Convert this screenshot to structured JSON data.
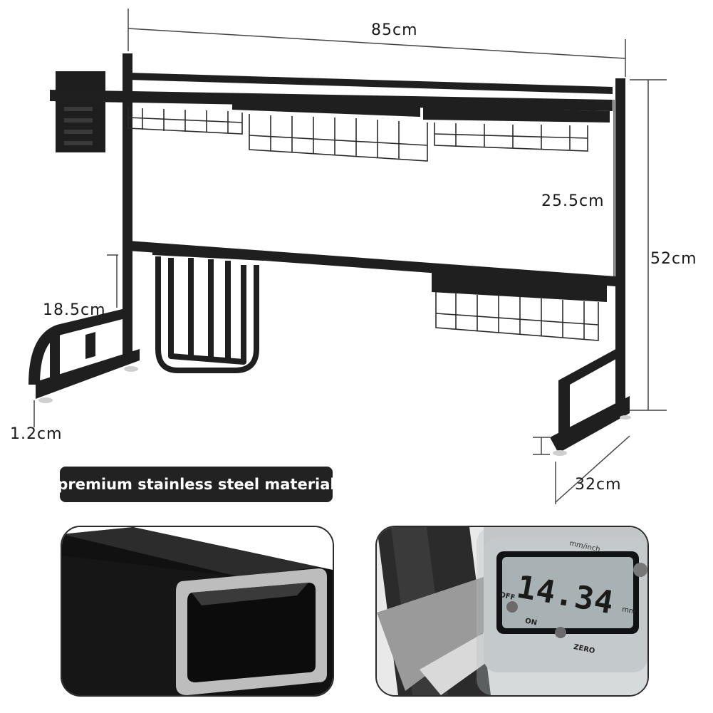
{
  "dimensions": {
    "width": "85cm",
    "shelf_gap": "25.5cm",
    "height": "52cm",
    "side_height": "18.5cm",
    "foot_height": "1.2cm",
    "depth": "32cm"
  },
  "badge": {
    "text": "premium stainless steel material"
  },
  "caliper": {
    "reading": "14.34",
    "unit": "mm",
    "unit_toggle": "mm/inch",
    "off_label": "OFF",
    "on_label": "ON",
    "zero_label": "ZERO"
  },
  "colors": {
    "rack": "#1f1f1f",
    "dimension_line": "#444444",
    "badge_bg": "#222222"
  }
}
